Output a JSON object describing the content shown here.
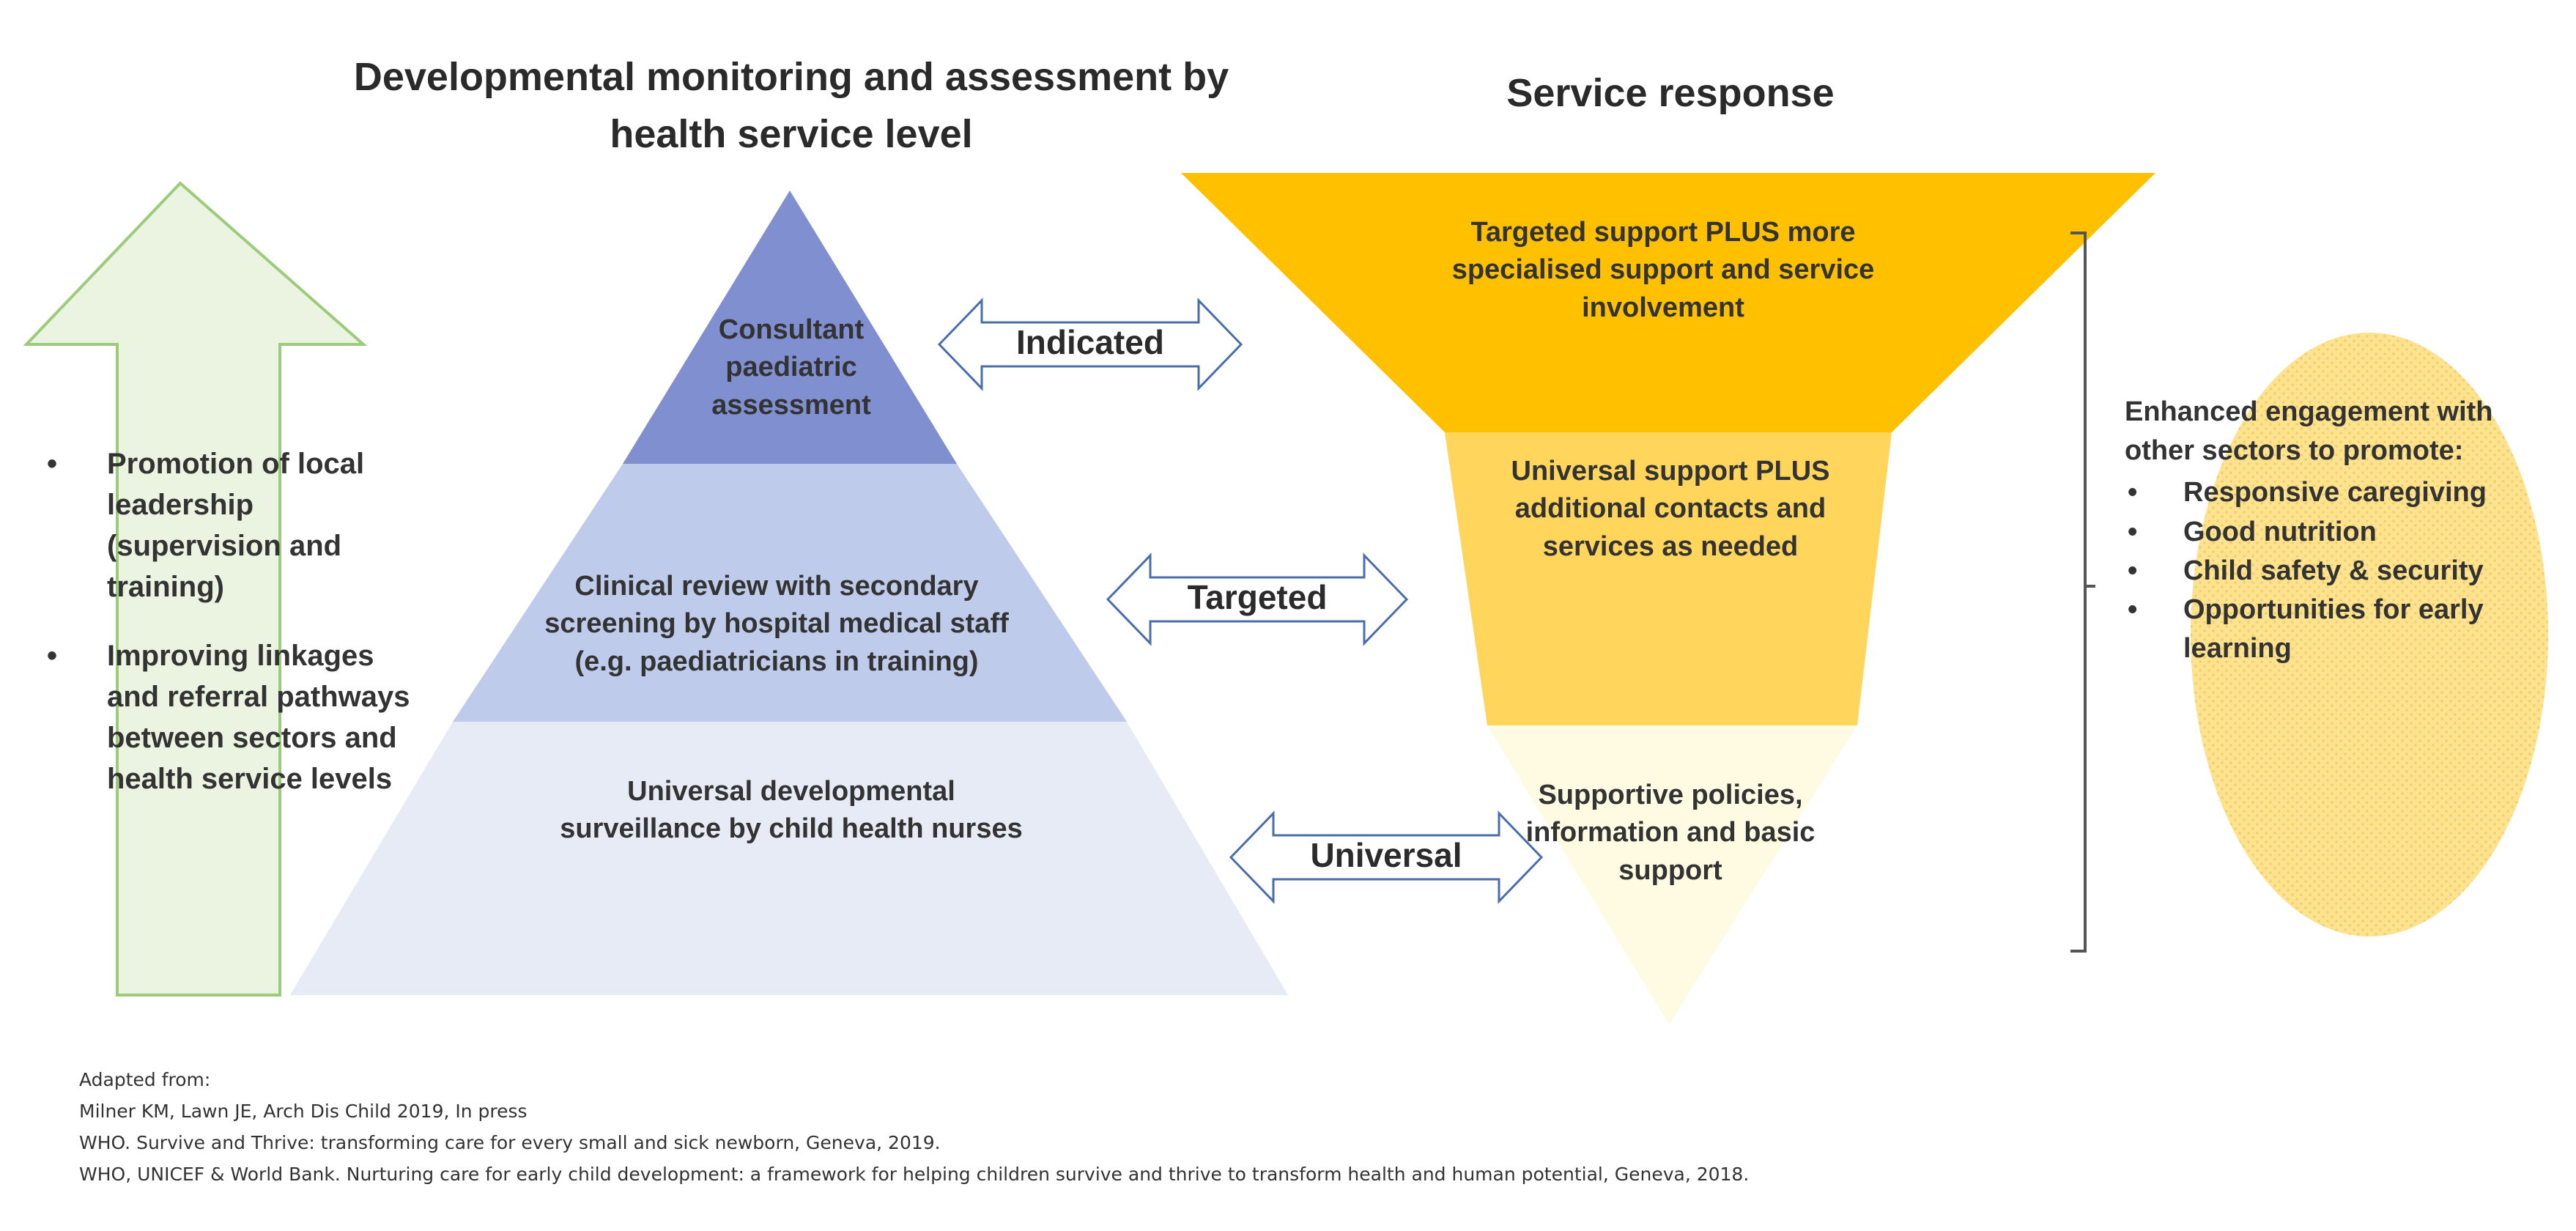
{
  "headings": {
    "left": "Developmental monitoring and assessment by health service level",
    "right": "Service response"
  },
  "pyramid": {
    "top": "Consultant paediatric assessment",
    "middle": "Clinical review with secondary screening by hospital medical staff (e.g. paediatricians in training)",
    "bottom": "Universal developmental surveillance by child health nurses"
  },
  "service": {
    "top": "Targeted support PLUS more specialised support and service involvement",
    "middle": "Universal support PLUS additional contacts and services as needed",
    "bottom": "Supportive policies, information and basic support"
  },
  "arrows": {
    "indicated": "Indicated",
    "targeted": "Targeted",
    "universal": "Universal"
  },
  "left_bullets": [
    "Promotion of local leadership (supervision and training)",
    "Improving linkages and referral pathways between sectors and health service levels"
  ],
  "sectors": {
    "intro": "Enhanced engagement with other sectors to promote:",
    "items": [
      "Responsive caregiving",
      "Good nutrition",
      "Child safety & security",
      "Opportunities for early learning"
    ]
  },
  "references": {
    "heading": "Adapted from:",
    "lines": [
      "Milner KM, Lawn JE, Arch Dis Child 2019, In press",
      "WHO. Survive and Thrive: transforming care for every small and sick newborn, Geneva, 2019.",
      "WHO, UNICEF & World Bank. Nurturing care for early child development: a framework for helping children survive and thrive to transform health and human potential, Geneva, 2018."
    ]
  },
  "colors": {
    "pyramid_top": "#7f8fd0",
    "pyramid_middle": "#bfcbea",
    "pyramid_bottom": "#e6ebf6",
    "service_top": "#ffc000",
    "service_middle": "#ffd55c",
    "service_bottom": "#fffbe2",
    "up_arrow_fill": "#ebf4e1",
    "up_arrow_stroke": "#9ccb7a",
    "ellipse": "#fde28f",
    "double_arrow_stroke": "#4a6ea9"
  }
}
